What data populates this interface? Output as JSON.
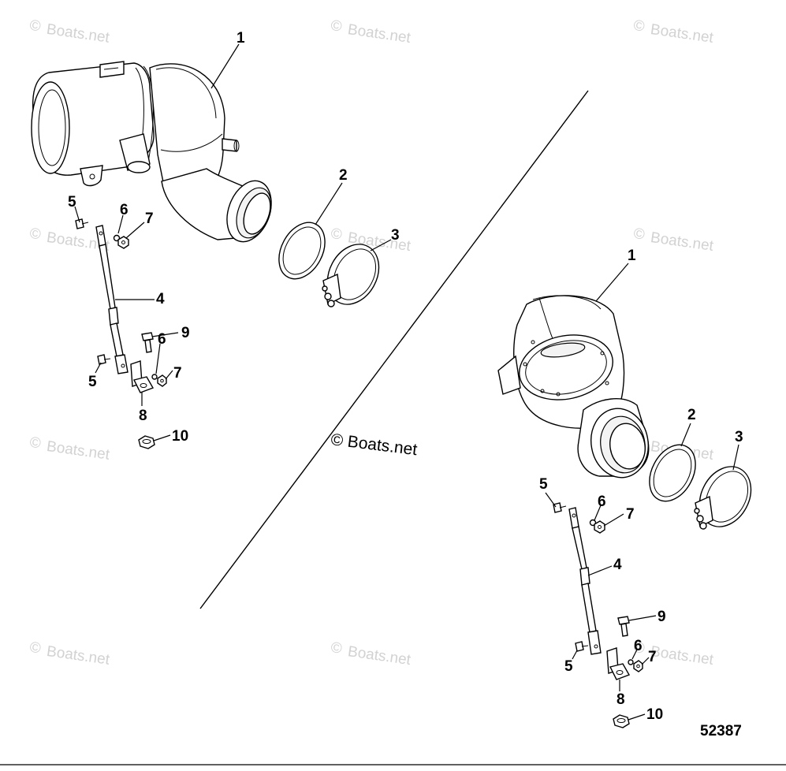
{
  "watermarks": {
    "text": "Boats.net",
    "symbol": "©"
  },
  "center_copyright": "© Boats.net",
  "diagram_number": "52387",
  "callouts": {
    "left": {
      "c1": "1",
      "c2": "2",
      "c3": "3",
      "c4": "4",
      "c5a": "5",
      "c5b": "5",
      "c6a": "6",
      "c6b": "6",
      "c7a": "7",
      "c7b": "7",
      "c8": "8",
      "c9": "9",
      "c10": "10"
    },
    "right": {
      "c1": "1",
      "c2": "2",
      "c3": "3",
      "c4": "4",
      "c5a": "5",
      "c5b": "5",
      "c6a": "6",
      "c6b": "6",
      "c7a": "7",
      "c7b": "7",
      "c8": "8",
      "c9": "9",
      "c10": "10"
    }
  },
  "colors": {
    "line": "#000000",
    "watermark": "#d2d2d2",
    "background": "#ffffff"
  }
}
